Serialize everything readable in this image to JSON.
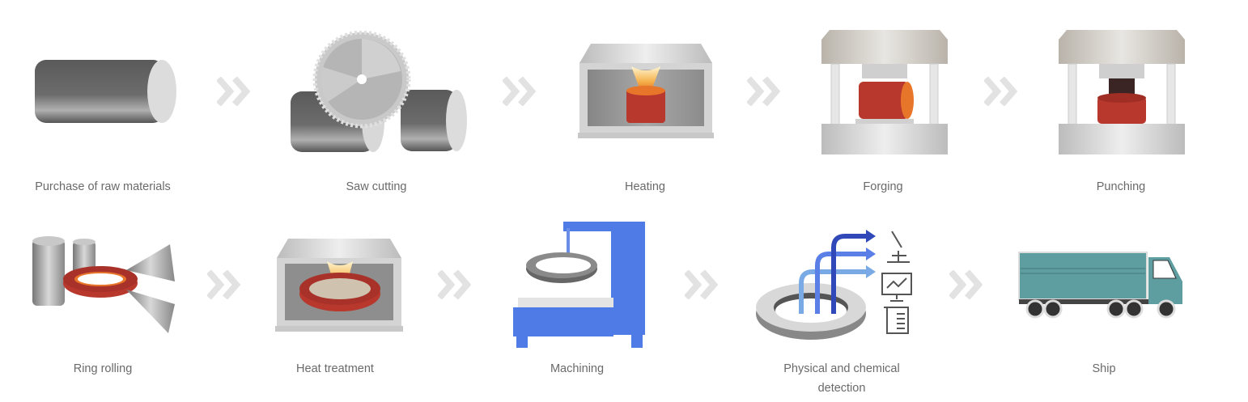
{
  "title": "Production process",
  "steps": [
    {
      "label": "Purchase of raw materials",
      "icon": "steel-bar-icon"
    },
    {
      "label": "Saw cutting",
      "icon": "circular-saw-icon"
    },
    {
      "label": "Heating",
      "icon": "furnace-icon"
    },
    {
      "label": "Forging",
      "icon": "forging-press-icon"
    },
    {
      "label": "Punching",
      "icon": "punching-press-icon"
    },
    {
      "label": "Ring rolling",
      "icon": "ring-rolling-icon"
    },
    {
      "label": "Heat treatment",
      "icon": "heat-treatment-furnace-icon"
    },
    {
      "label": "Machining",
      "icon": "lathe-machine-icon"
    },
    {
      "label": "Physical and chemical detection",
      "icon": "lab-inspection-icon"
    },
    {
      "label": "Ship",
      "icon": "truck-icon"
    }
  ],
  "colors": {
    "arrow": "#e2e2e2",
    "label": "#6a6a6a",
    "hot_metal": "#b8382e",
    "machine_blue": "#4f7be6",
    "truck": "#5f9ea0"
  }
}
